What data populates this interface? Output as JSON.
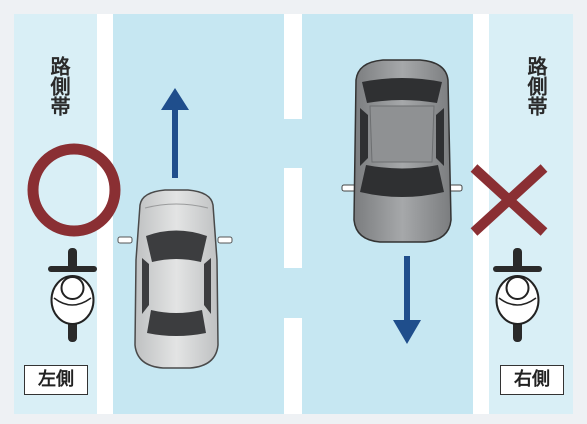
{
  "left_shoulder": {
    "label": "路側帯",
    "side_label": "左側",
    "mark": "circle"
  },
  "right_shoulder": {
    "label": "路側帯",
    "side_label": "右側",
    "mark": "cross"
  },
  "colors": {
    "road": "#c6e7f2",
    "shoulder": "#d9eff6",
    "white_line": "#ffffff",
    "mark_color": "#8a2f33",
    "arrow_color": "#1f4e8c",
    "car_light": "#d5d6d6",
    "car_dark": "#8c8e90"
  }
}
